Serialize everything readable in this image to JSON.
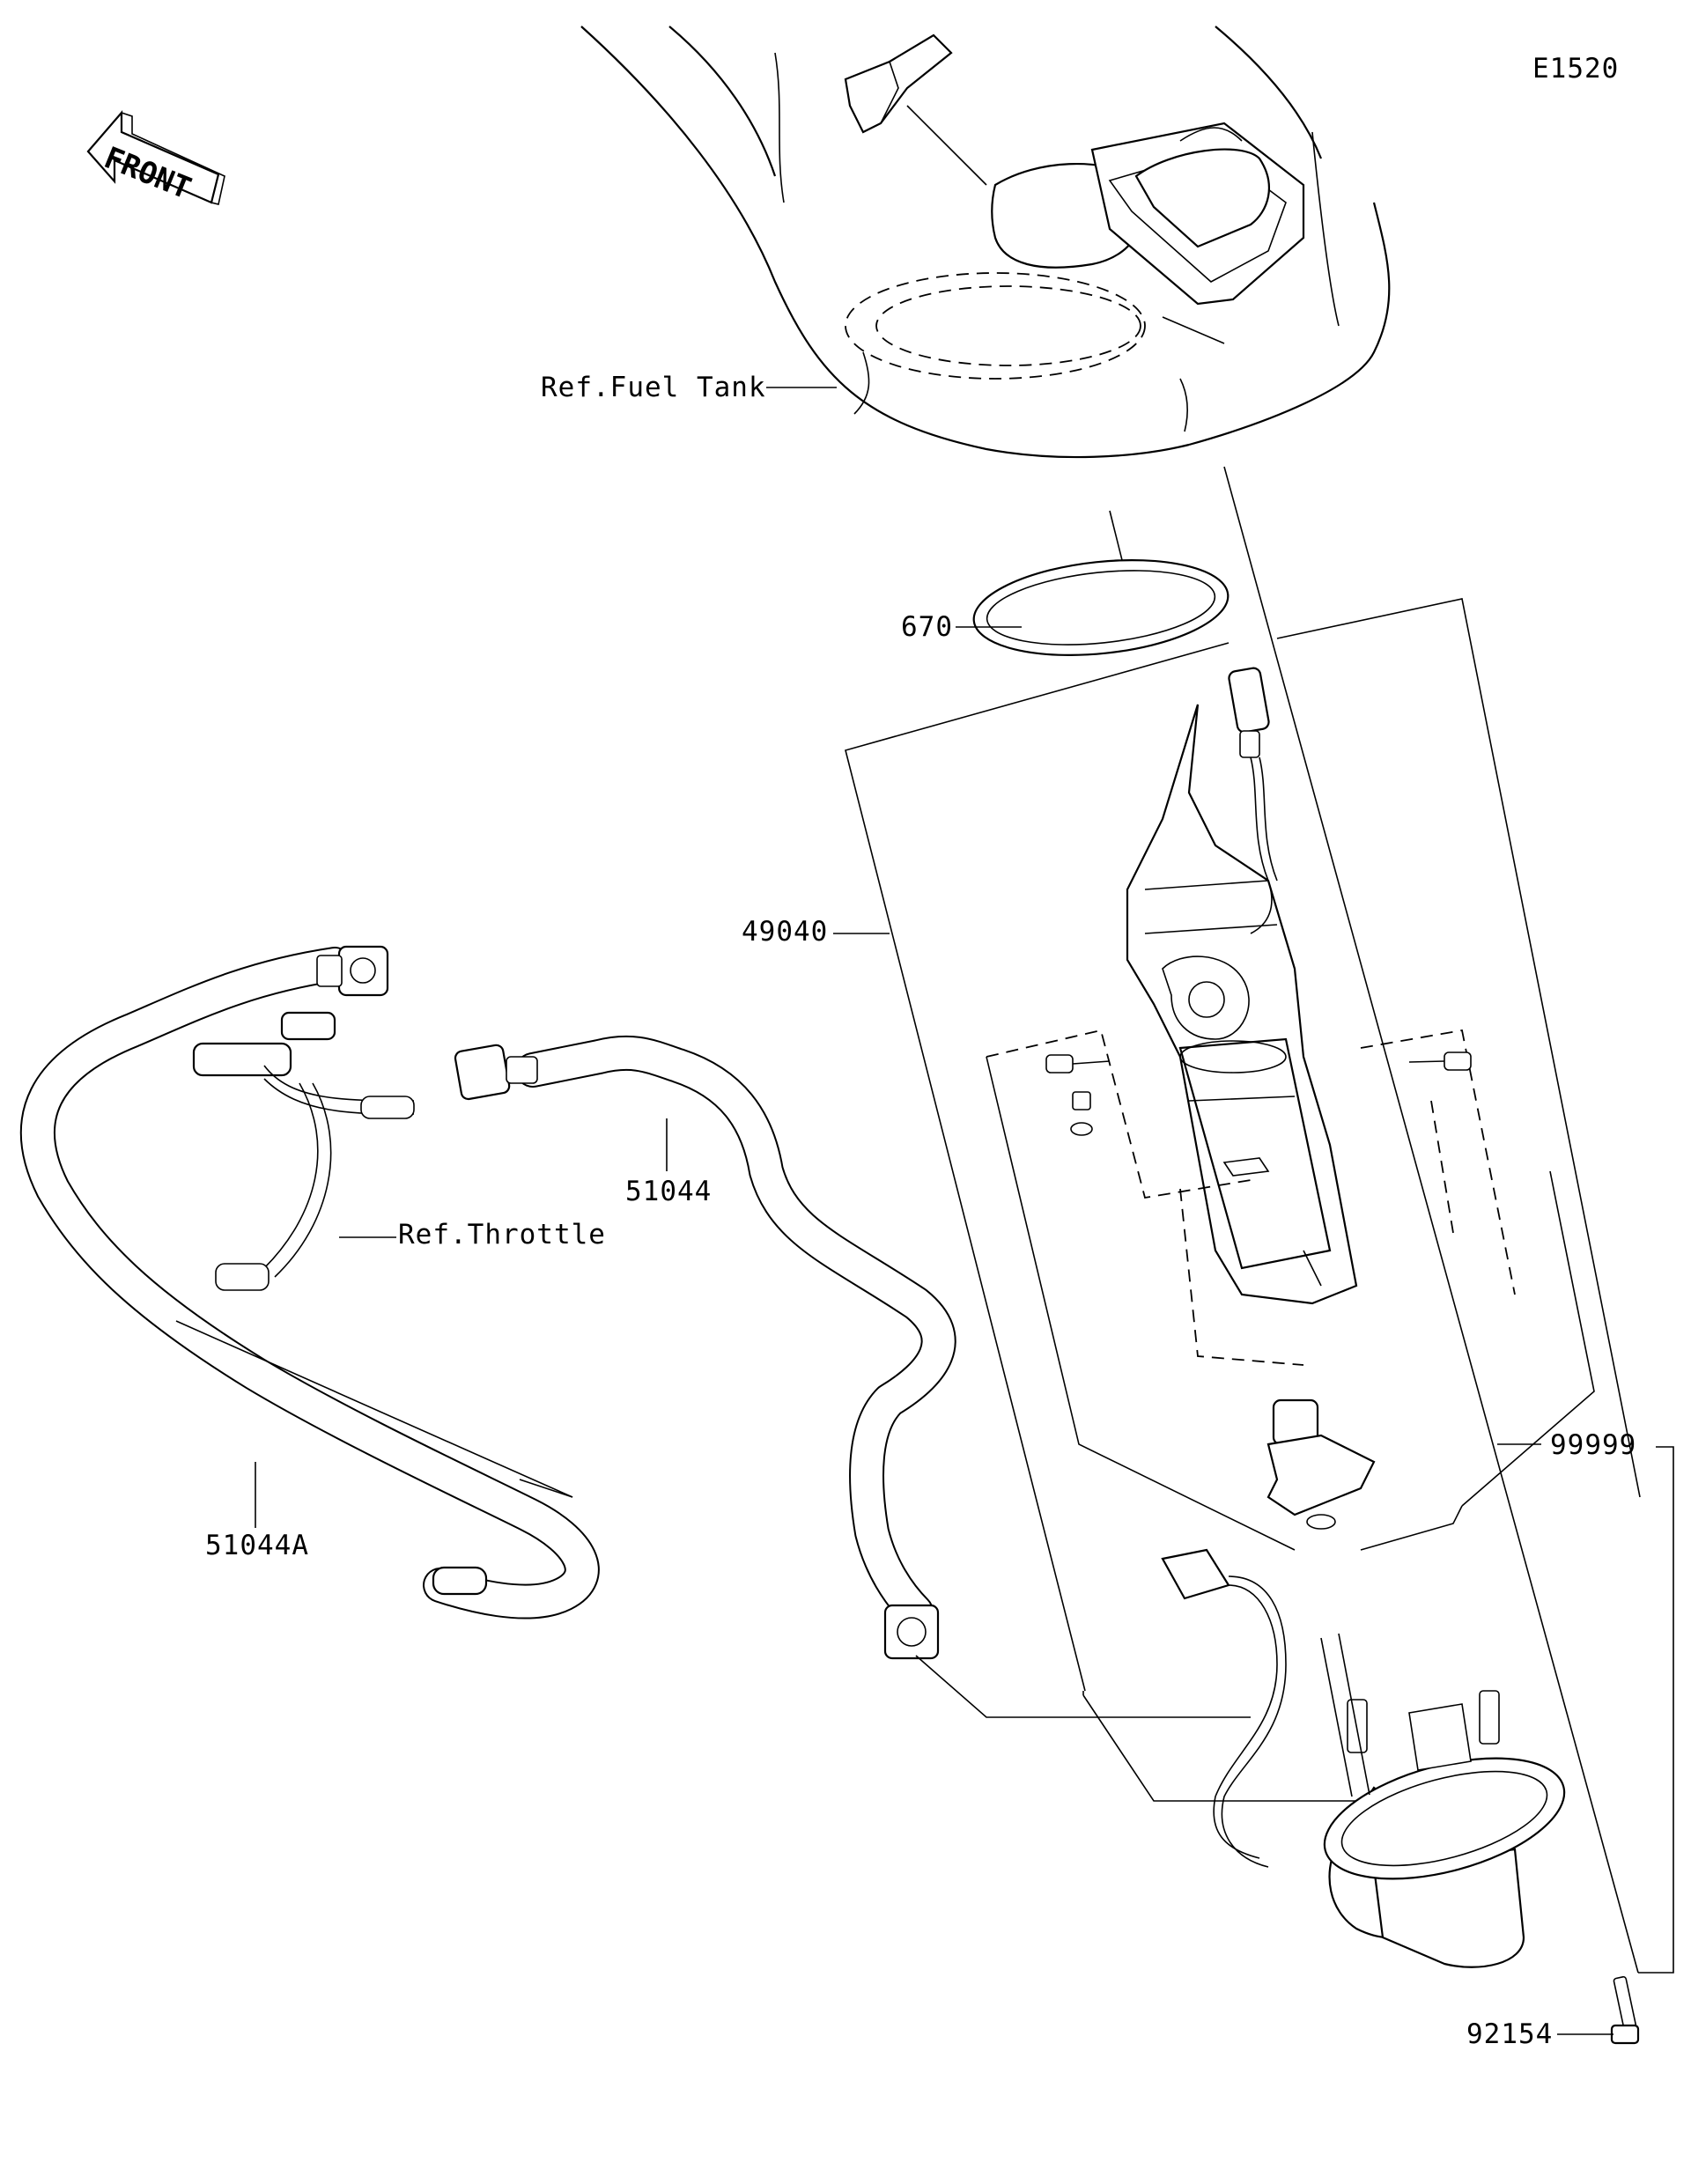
{
  "diagram_code": "E1520",
  "front_indicator": "FRONT",
  "labels": {
    "fuel_tank": "Ref.Fuel Tank",
    "gasket": "670",
    "pump_assy": "49040",
    "hose_main": "51044",
    "hose_a": "51044A",
    "throttle": "Ref.Throttle",
    "kit": "99999",
    "bolt": "92154"
  }
}
